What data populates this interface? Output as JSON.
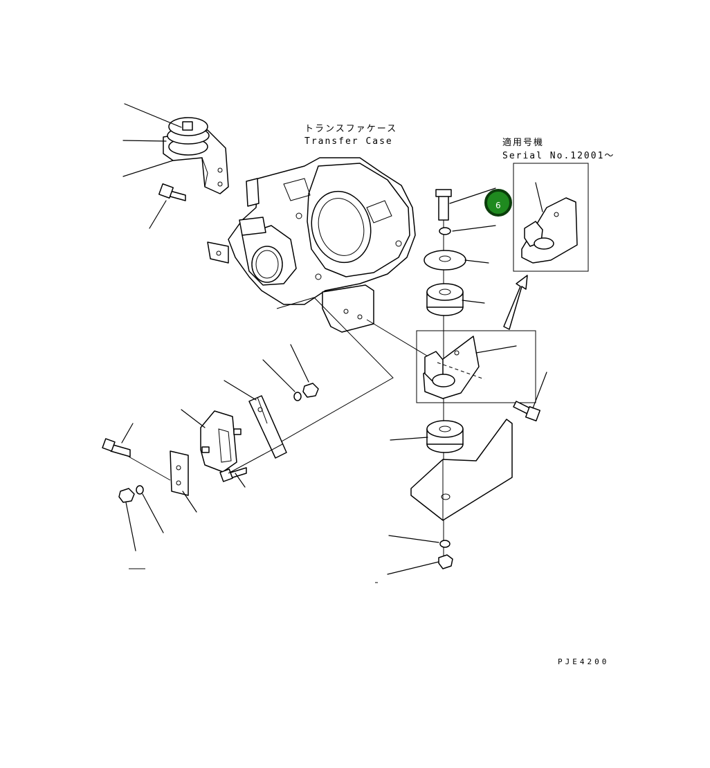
{
  "labels": {
    "transfer_case_jp": "トランスファケース",
    "transfer_case_en": "Transfer Case",
    "applicable_jp": "適用号機",
    "serial_note": "Serial No.12001～",
    "drawing_code": "PJE4200"
  },
  "callout": {
    "number": "6",
    "fill_color": "#1f8a1f",
    "ring_color": "#0b3d0b"
  }
}
